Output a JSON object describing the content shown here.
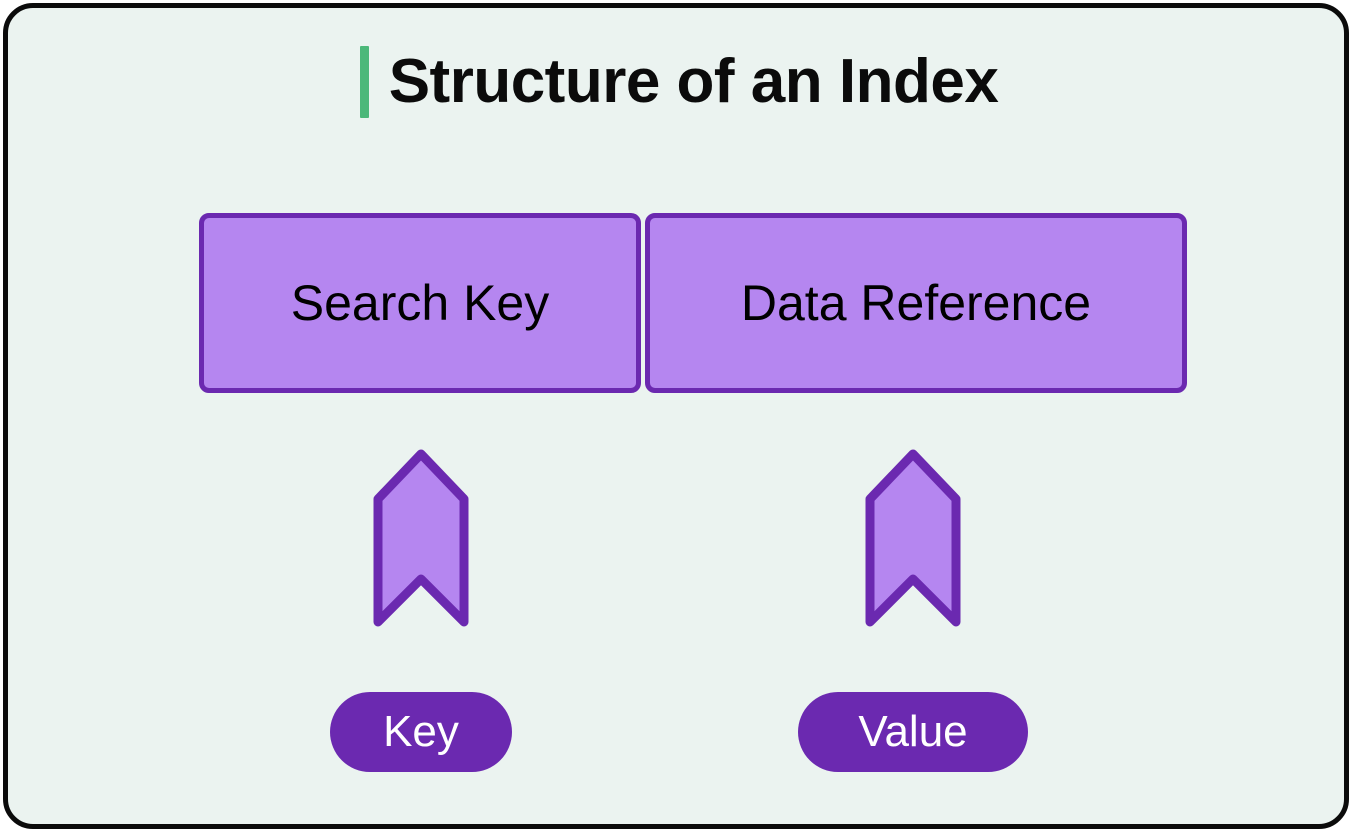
{
  "title": {
    "text": "Structure of an Index",
    "accent_color": "#4CB87A"
  },
  "colors": {
    "page_background": "#EBF3F0",
    "frame_border": "#0B0B0B",
    "cell_fill": "#B586F0",
    "cell_border": "#6B29B0",
    "pill_fill": "#6B29B0",
    "pill_text": "#FFFFFF",
    "accent_green": "#4CB87A"
  },
  "diagram": {
    "type": "index-record-structure",
    "cells": [
      {
        "label": "Search Key",
        "marker": "bookmark-icon",
        "pill": "Key"
      },
      {
        "label": "Data Reference",
        "marker": "bookmark-icon",
        "pill": "Value"
      }
    ],
    "markers": [
      {
        "name": "bookmark-left",
        "points_to": "Search Key"
      },
      {
        "name": "bookmark-right",
        "points_to": "Data Reference"
      }
    ],
    "pills": [
      {
        "label": "Key"
      },
      {
        "label": "Value"
      }
    ]
  }
}
